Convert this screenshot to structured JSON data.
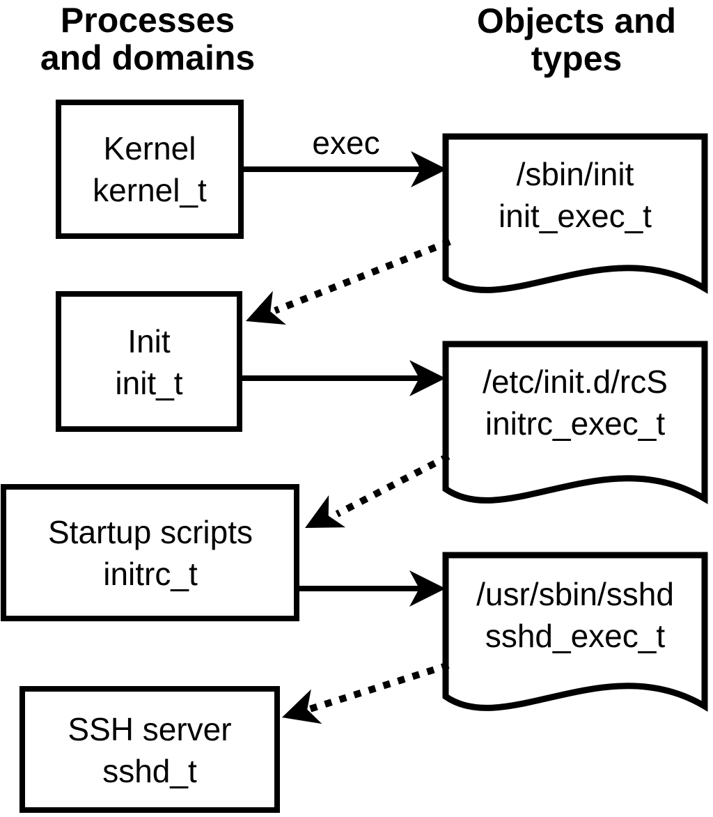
{
  "column_headers": {
    "left": {
      "line1": "Processes",
      "line2": "and domains"
    },
    "right": {
      "line1": "Objects and",
      "line2": "types"
    }
  },
  "processes": [
    {
      "label": "Kernel",
      "domain": "kernel_t"
    },
    {
      "label": "Init",
      "domain": "init_t"
    },
    {
      "label": "Startup scripts",
      "domain": "initrc_t"
    },
    {
      "label": "SSH server",
      "domain": "sshd_t"
    }
  ],
  "objects": [
    {
      "path": "/sbin/init",
      "type": "init_exec_t"
    },
    {
      "path": "/etc/init.d/rcS",
      "type": "initrc_exec_t"
    },
    {
      "path": "/usr/sbin/sshd",
      "type": "sshd_exec_t"
    }
  ],
  "arrows": {
    "exec_label": "exec",
    "solid": [
      {
        "from": "kernel_t",
        "to": "/sbin/init",
        "style": "solid",
        "label": "exec"
      },
      {
        "from": "init_t",
        "to": "/etc/init.d/rcS",
        "style": "solid",
        "label": ""
      },
      {
        "from": "initrc_t",
        "to": "/usr/sbin/sshd",
        "style": "solid",
        "label": ""
      }
    ],
    "dotted": [
      {
        "from": "/sbin/init",
        "to": "init_t",
        "style": "dotted"
      },
      {
        "from": "/etc/init.d/rcS",
        "to": "initrc_t",
        "style": "dotted"
      },
      {
        "from": "/usr/sbin/sshd",
        "to": "sshd_t",
        "style": "dotted"
      }
    ]
  },
  "colors": {
    "ink": "#000000",
    "background": "#ffffff"
  }
}
